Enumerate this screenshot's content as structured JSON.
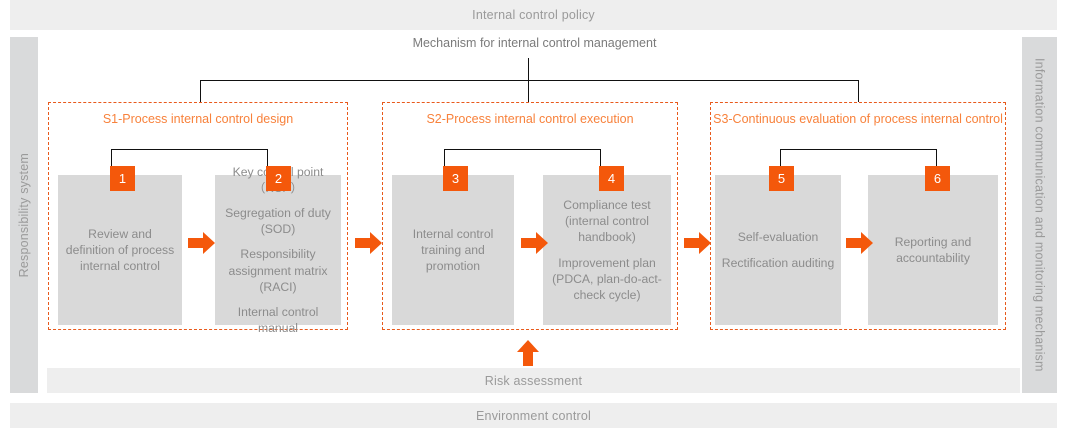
{
  "bands": {
    "policy": "Internal control policy",
    "risk": "Risk assessment",
    "environment": "Environment control"
  },
  "side_labels": {
    "left": "Responsibility system",
    "right": "Information communication and monitoring mechanism"
  },
  "header": {
    "mechanism": "Mechanism for internal control management"
  },
  "colors": {
    "accent_orange": "#f4580b",
    "title_orange": "#f8823c",
    "dashed_border": "#e8591b",
    "card_grey": "#d9d9d9",
    "band_grey": "#eeeeee",
    "side_band_grey": "#d9dadb",
    "text_grey": "#8c8c8c",
    "connector_black": "#111111"
  },
  "stages": [
    {
      "title": "S1-Process internal control design",
      "steps": [
        {
          "number": "1",
          "lines": [
            "Review and definition of process internal control"
          ]
        },
        {
          "number": "2",
          "lines": [
            "Key control point（KCP）",
            "Segregation of duty (SOD)",
            "Responsibility assignment matrix (RACI)",
            "Internal control manual"
          ]
        }
      ]
    },
    {
      "title": "S2-Process internal control execution",
      "steps": [
        {
          "number": "3",
          "lines": [
            "Internal control training and promotion"
          ]
        },
        {
          "number": "4",
          "lines": [
            "Compliance test (internal control handbook)",
            "Improvement plan (PDCA, plan-do-act-check cycle)"
          ]
        }
      ]
    },
    {
      "title": "S3-Continuous evaluation of process internal control",
      "steps": [
        {
          "number": "5",
          "lines": [
            "Self-evaluation",
            "Rectification auditing"
          ]
        },
        {
          "number": "6",
          "lines": [
            "Reporting and accountability"
          ]
        }
      ]
    }
  ]
}
